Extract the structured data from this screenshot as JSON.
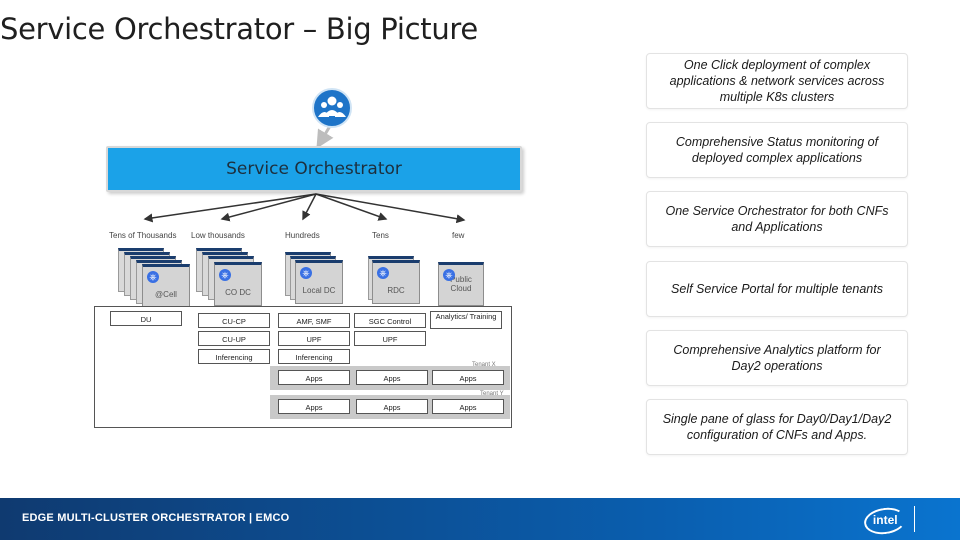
{
  "slide": {
    "title": "Service Orchestrator – Big Picture"
  },
  "diagram": {
    "orchestrator_label": "Service Orchestrator",
    "tiers": [
      {
        "label": "Tens of Thousands",
        "site": "@Cell"
      },
      {
        "label": "Low thousands",
        "site": "CO DC"
      },
      {
        "label": "Hundreds",
        "site": "Local DC"
      },
      {
        "label": "Tens",
        "site": "RDC"
      },
      {
        "label": "few",
        "site": "Public Cloud"
      }
    ],
    "functions": {
      "du": "DU",
      "cu_cp": "CU-CP",
      "cu_up": "CU-UP",
      "inferencing_1": "Inferencing",
      "amf_smf": "AMF, SMF",
      "upf_1": "UPF",
      "inferencing_2": "Inferencing",
      "sgc_control": "SGC Control",
      "upf_2": "UPF",
      "analytics": "Analytics/ Training",
      "apps": "Apps",
      "tenant_x": "Tenant X",
      "tenant_y": "Tenant Y"
    }
  },
  "benefits": [
    "One Click deployment of complex applications & network services across multiple K8s clusters",
    "Comprehensive Status monitoring of deployed complex applications",
    "One Service Orchestrator for both CNFs and Applications",
    "Self Service Portal for multiple tenants",
    "Comprehensive Analytics platform for Day2 operations",
    "Single pane of glass for Day0/Day1/Day2 configuration of CNFs and Apps."
  ],
  "footer": {
    "text": "EDGE MULTI-CLUSTER ORCHESTRATOR | EMCO",
    "logo": "intel"
  },
  "colors": {
    "orchestrator_bar": "#1ba2e8",
    "user_icon": "#1e74c8",
    "footer": "#0a5fb0",
    "k8s_icon": "#3970e4"
  },
  "icons": {
    "user_group": "users-icon",
    "kubernetes": "kubernetes-icon"
  }
}
